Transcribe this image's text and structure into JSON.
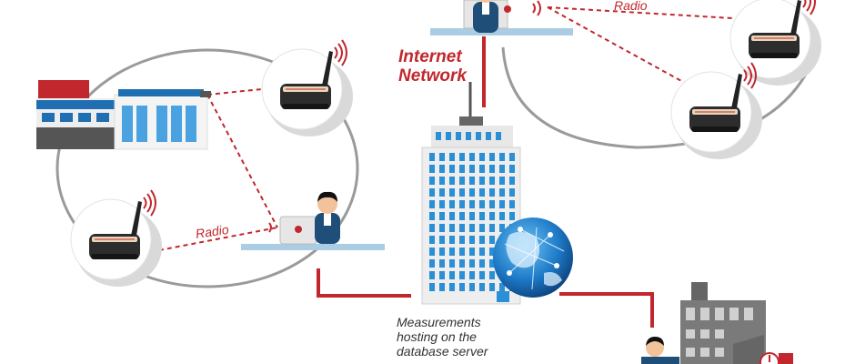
{
  "labels": {
    "internet_network_line1": "Internet",
    "internet_network_line2": "Network",
    "radio_left": "Radio",
    "radio_right": "Radio",
    "measurements_line1": "Measurements",
    "measurements_line2": "hosting on the",
    "measurements_line3": "database server"
  },
  "colors": {
    "accent_red": "#c1272d",
    "circle_gray": "#dcdcdc",
    "ring_gray": "#9a9a9a",
    "tower_blue": "#2a8fd4",
    "desk_blue": "#aacde3"
  },
  "icons": [
    "data-logger-icon",
    "radio-waves-icon",
    "office-building-icon",
    "skyscraper-icon",
    "globe-icon",
    "operator-icon",
    "factory-icon"
  ]
}
